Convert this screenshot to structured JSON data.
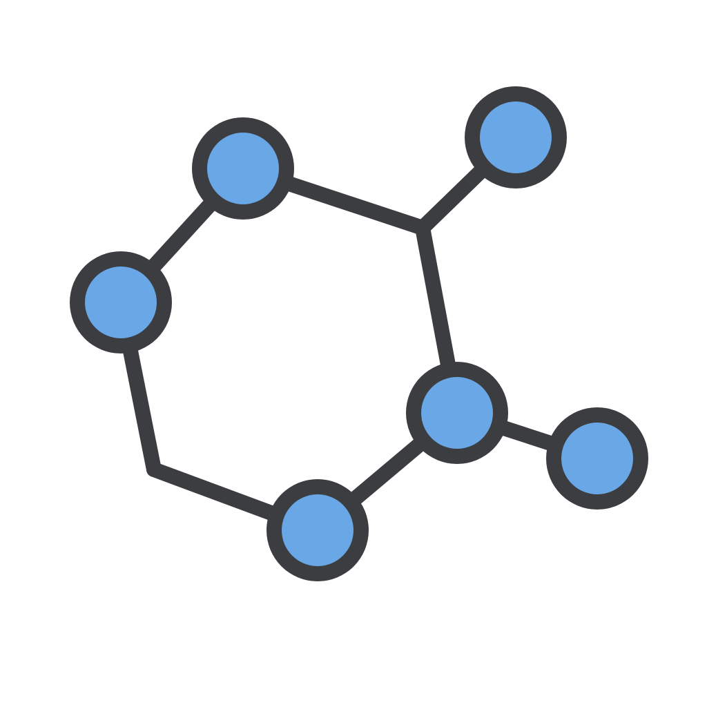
{
  "diagram": {
    "type": "molecule-graph-icon",
    "colors": {
      "background": "#ffffff",
      "stroke": "#3c3d40",
      "node_fill": "#6aa7e6"
    },
    "nodes": [
      {
        "id": "n1",
        "icon": "atom-node",
        "junction": false
      },
      {
        "id": "n2",
        "icon": "atom-node",
        "junction": false
      },
      {
        "id": "n3",
        "icon": "atom-node",
        "junction": false
      },
      {
        "id": "n4",
        "icon": "atom-node",
        "junction": false
      },
      {
        "id": "n5",
        "icon": "atom-node",
        "junction": false
      },
      {
        "id": "n6",
        "icon": "atom-node",
        "junction": false
      },
      {
        "id": "n7",
        "icon": "atom-node",
        "junction": false
      },
      {
        "id": "j1",
        "icon": "bond-junction",
        "junction": true
      },
      {
        "id": "j2",
        "icon": "bond-junction",
        "junction": true
      }
    ],
    "edges": [
      {
        "from": "n1",
        "to": "n2"
      },
      {
        "from": "n2",
        "to": "j1"
      },
      {
        "from": "j1",
        "to": "n3"
      },
      {
        "from": "j1",
        "to": "n4"
      },
      {
        "from": "n4",
        "to": "n5"
      },
      {
        "from": "n4",
        "to": "n6"
      },
      {
        "from": "n6",
        "to": "j2"
      },
      {
        "from": "j2",
        "to": "n7"
      },
      {
        "from": "n7",
        "to": "n1"
      }
    ]
  }
}
